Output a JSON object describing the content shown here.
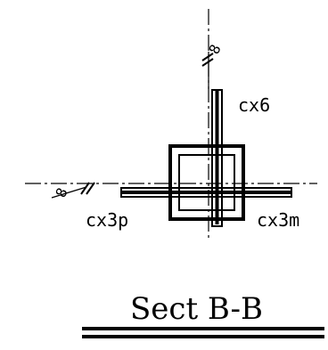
{
  "drawing": {
    "title": "Sect B-B",
    "labels": {
      "top_dimension": "8",
      "left_dimension": "8",
      "cx6": "cx6",
      "cx3p": "cx3p",
      "cx3m": "cx3m"
    }
  }
}
